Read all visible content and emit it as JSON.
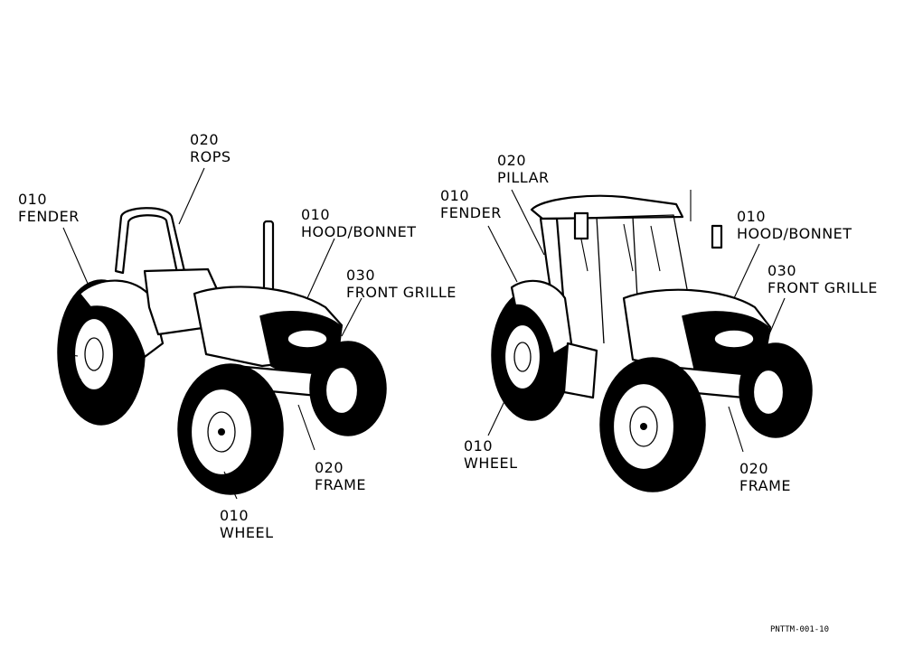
{
  "left_tractor": {
    "fender": {
      "code": "010",
      "name": "FENDER"
    },
    "rops": {
      "code": "020",
      "name": "ROPS"
    },
    "hood": {
      "code": "010",
      "name": "HOOD/BONNET"
    },
    "grille": {
      "code": "030",
      "name": "FRONT GRILLE"
    },
    "frame": {
      "code": "020",
      "name": "FRAME"
    },
    "wheel": {
      "code": "010",
      "name": "WHEEL"
    }
  },
  "right_tractor": {
    "pillar": {
      "code": "020",
      "name": "PILLAR"
    },
    "fender": {
      "code": "010",
      "name": "FENDER"
    },
    "hood": {
      "code": "010",
      "name": "HOOD/BONNET"
    },
    "grille": {
      "code": "030",
      "name": "FRONT GRILLE"
    },
    "wheel": {
      "code": "010",
      "name": "WHEEL"
    },
    "frame": {
      "code": "020",
      "name": "FRAME"
    }
  },
  "figure_code": "PNTTM-001-10",
  "colors": {
    "ink": "#000000",
    "paper": "#ffffff"
  }
}
